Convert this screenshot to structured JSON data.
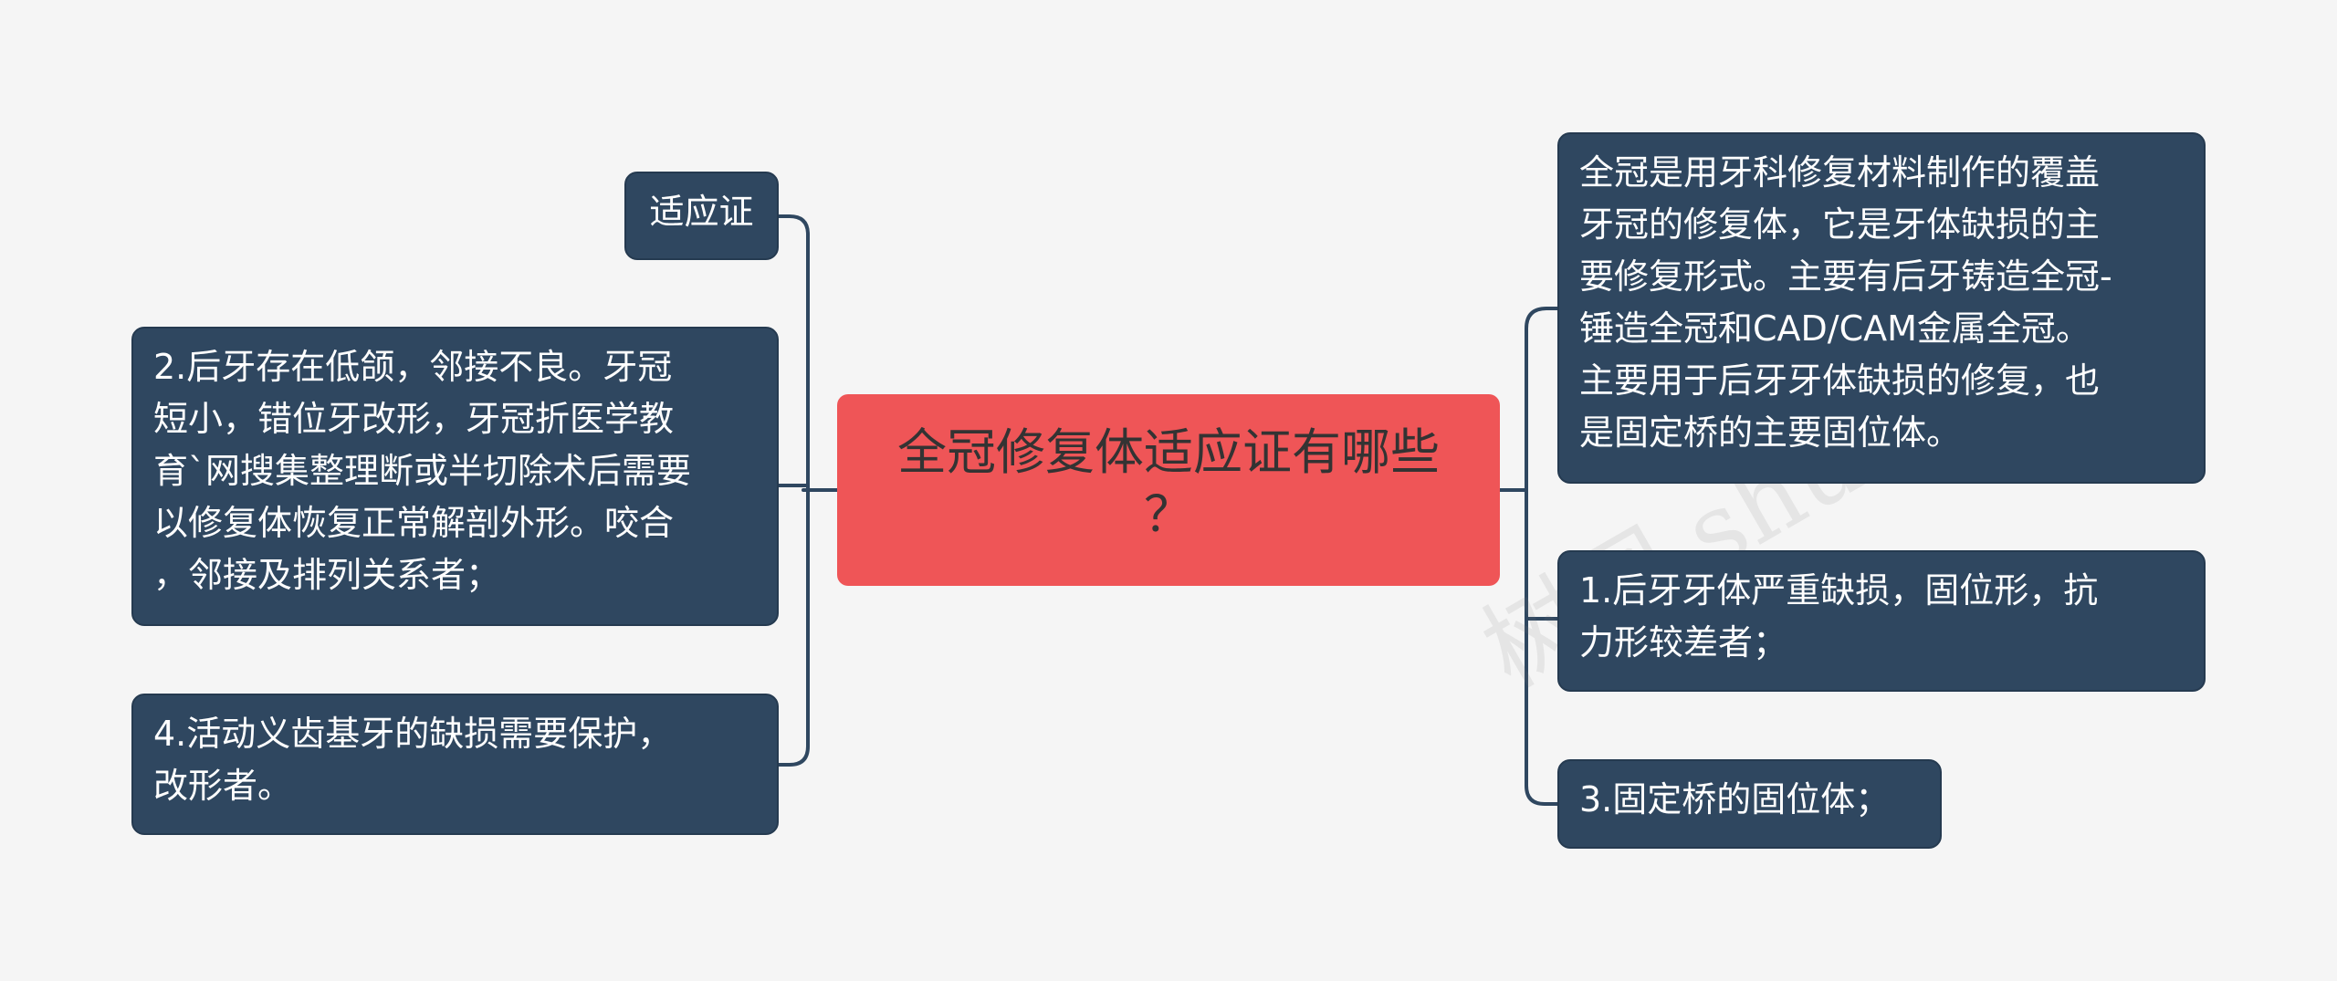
{
  "center": {
    "label": "全冠修复体适应证有哪些\n？"
  },
  "left_nodes": [
    {
      "label": "适应证"
    },
    {
      "label": "2.后牙存在低颌，邻接不良。牙冠\n短小，错位牙改形，牙冠折医学教\n育`网搜集整理断或半切除术后需要\n以修复体恢复正常解剖外形。咬合\n，邻接及排列关系者；"
    },
    {
      "label": "4.活动义齿基牙的缺损需要保护，\n改形者。"
    }
  ],
  "right_nodes": [
    {
      "label": "全冠是用牙科修复材料制作的覆盖\n牙冠的修复体，它是牙体缺损的主\n要修复形式。主要有后牙铸造全冠-\n锤造全冠和CAD/CAM金属全冠。\n主要用于后牙牙体缺损的修复，也\n是固定桥的主要固位体。"
    },
    {
      "label": "1.后牙牙体严重缺损，固位形，抗\n力形较差者；"
    },
    {
      "label": "3.固定桥的固位体；"
    }
  ],
  "watermarks": [
    "树图 shu",
    "树图 shu"
  ],
  "colors": {
    "center_fill": "#ef5557",
    "node_fill": "#2f4760",
    "connector": "#2f4760",
    "background": "#f5f5f5"
  }
}
